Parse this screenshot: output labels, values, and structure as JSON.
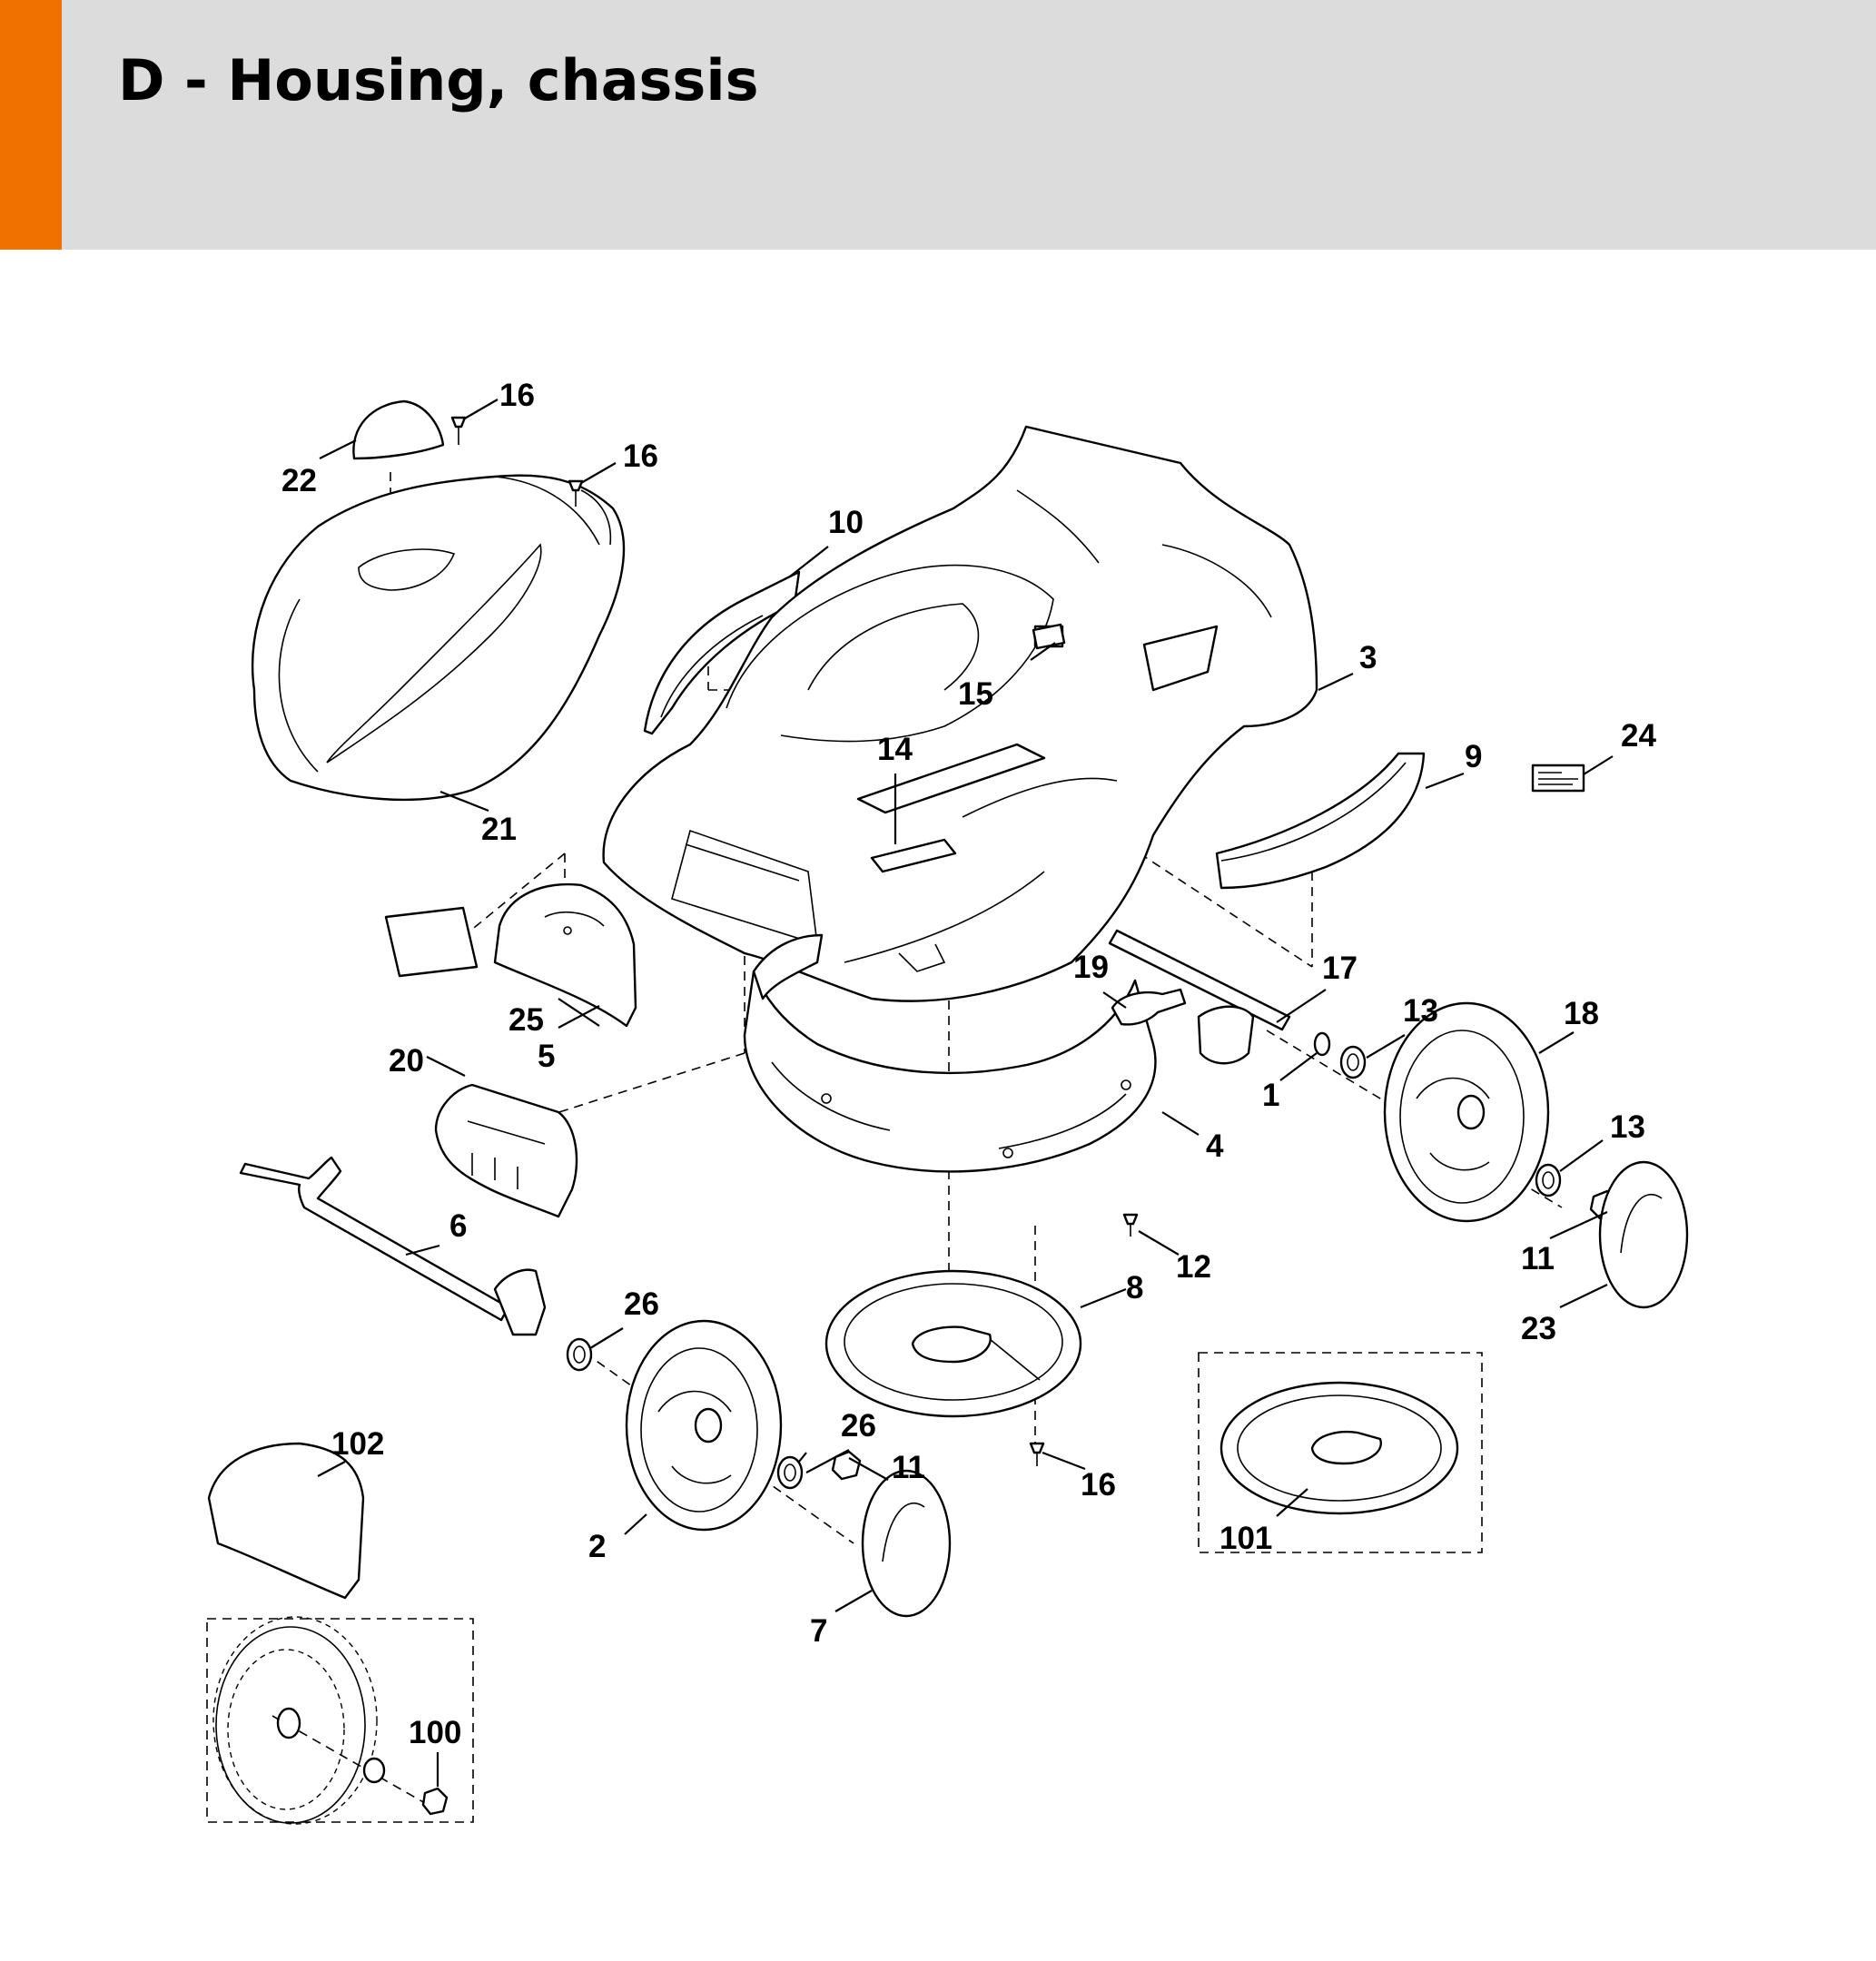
{
  "header": {
    "title": "D - Housing, chassis",
    "accent_color": "#f07000",
    "background_color": "#dcdcdc"
  },
  "callouts": [
    {
      "id": "c1",
      "text": "1"
    },
    {
      "id": "c2",
      "text": "2"
    },
    {
      "id": "c3",
      "text": "3"
    },
    {
      "id": "c4",
      "text": "4"
    },
    {
      "id": "c5",
      "text": "5"
    },
    {
      "id": "c6",
      "text": "6"
    },
    {
      "id": "c7",
      "text": "7"
    },
    {
      "id": "c8",
      "text": "8"
    },
    {
      "id": "c9",
      "text": "9"
    },
    {
      "id": "c10",
      "text": "10"
    },
    {
      "id": "c11a",
      "text": "11"
    },
    {
      "id": "c11b",
      "text": "11"
    },
    {
      "id": "c12",
      "text": "12"
    },
    {
      "id": "c13a",
      "text": "13"
    },
    {
      "id": "c13b",
      "text": "13"
    },
    {
      "id": "c14",
      "text": "14"
    },
    {
      "id": "c15",
      "text": "15"
    },
    {
      "id": "c16a",
      "text": "16"
    },
    {
      "id": "c16b",
      "text": "16"
    },
    {
      "id": "c16c",
      "text": "16"
    },
    {
      "id": "c17",
      "text": "17"
    },
    {
      "id": "c18",
      "text": "18"
    },
    {
      "id": "c19",
      "text": "19"
    },
    {
      "id": "c20",
      "text": "20"
    },
    {
      "id": "c21",
      "text": "21"
    },
    {
      "id": "c22",
      "text": "22"
    },
    {
      "id": "c23",
      "text": "23"
    },
    {
      "id": "c24",
      "text": "24"
    },
    {
      "id": "c25",
      "text": "25"
    },
    {
      "id": "c26a",
      "text": "26"
    },
    {
      "id": "c26b",
      "text": "26"
    },
    {
      "id": "c100",
      "text": "100"
    },
    {
      "id": "c101",
      "text": "101"
    },
    {
      "id": "c102",
      "text": "102"
    }
  ]
}
